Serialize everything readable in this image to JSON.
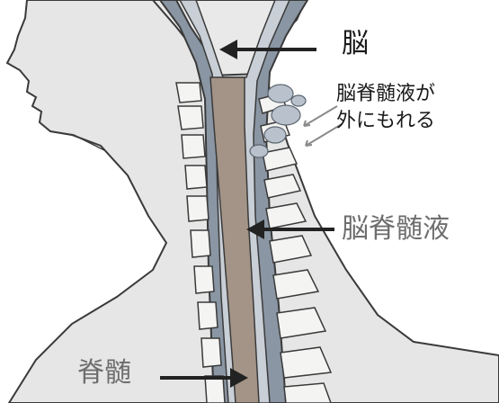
{
  "labels": {
    "brain": "脳",
    "csf_leak_line1": "脳脊髄液が",
    "csf_leak_line2": "外にもれる",
    "csf": "脳脊髄液",
    "spinal_cord": "脊髄"
  },
  "colors": {
    "skin": "#e6e6e6",
    "outline": "#3a3a3a",
    "dura": "#8a96a3",
    "csf_fill": "#c9cfd6",
    "cord": "#a39487",
    "bone": "#f4f4f2",
    "droplet": "#b9c2cc",
    "arrow": "#222222",
    "label_dark": "#1a1a1a",
    "label_gray": "#6e6e6e"
  }
}
